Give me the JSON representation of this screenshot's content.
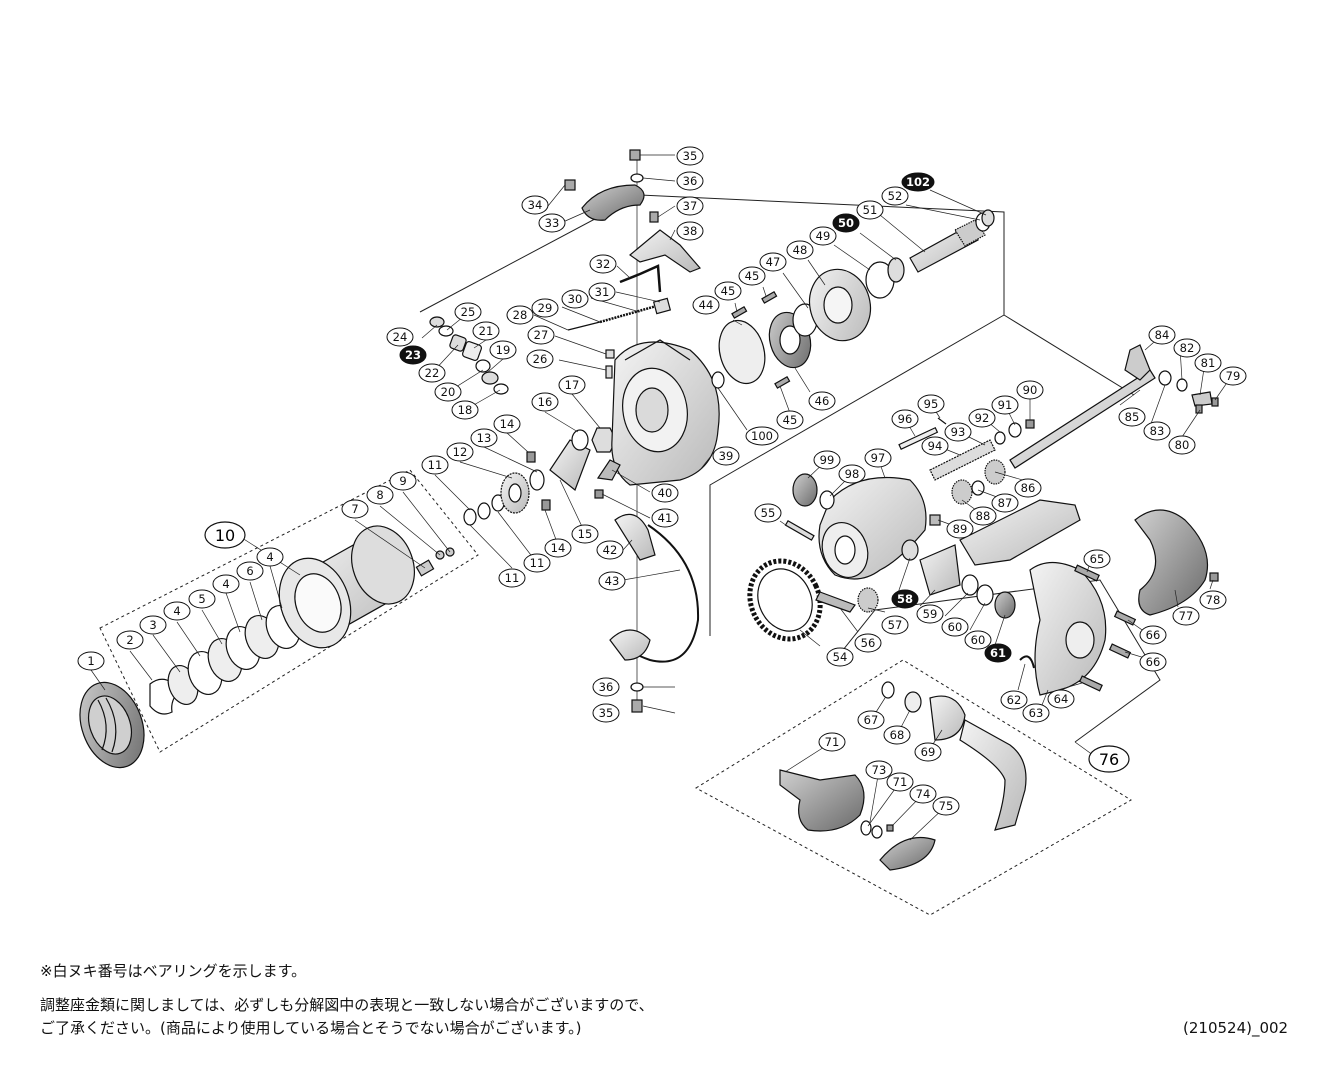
{
  "diagram": {
    "parts": [
      {
        "id": "1",
        "filled": false
      },
      {
        "id": "2",
        "filled": false
      },
      {
        "id": "3",
        "filled": false
      },
      {
        "id": "4",
        "filled": false
      },
      {
        "id": "5",
        "filled": false
      },
      {
        "id": "6",
        "filled": false
      },
      {
        "id": "7",
        "filled": false
      },
      {
        "id": "8",
        "filled": false
      },
      {
        "id": "9",
        "filled": false
      },
      {
        "id": "11",
        "filled": false
      },
      {
        "id": "12",
        "filled": false
      },
      {
        "id": "13",
        "filled": false
      },
      {
        "id": "14",
        "filled": false
      },
      {
        "id": "15",
        "filled": false
      },
      {
        "id": "16",
        "filled": false
      },
      {
        "id": "17",
        "filled": false
      },
      {
        "id": "18",
        "filled": false
      },
      {
        "id": "19",
        "filled": false
      },
      {
        "id": "20",
        "filled": false
      },
      {
        "id": "21",
        "filled": false
      },
      {
        "id": "22",
        "filled": false
      },
      {
        "id": "23",
        "filled": true
      },
      {
        "id": "24",
        "filled": false
      },
      {
        "id": "25",
        "filled": false
      },
      {
        "id": "26",
        "filled": false
      },
      {
        "id": "27",
        "filled": false
      },
      {
        "id": "28",
        "filled": false
      },
      {
        "id": "29",
        "filled": false
      },
      {
        "id": "30",
        "filled": false
      },
      {
        "id": "31",
        "filled": false
      },
      {
        "id": "32",
        "filled": false
      },
      {
        "id": "33",
        "filled": false
      },
      {
        "id": "34",
        "filled": false
      },
      {
        "id": "35",
        "filled": false
      },
      {
        "id": "36",
        "filled": false
      },
      {
        "id": "37",
        "filled": false
      },
      {
        "id": "38",
        "filled": false
      },
      {
        "id": "39",
        "filled": false
      },
      {
        "id": "40",
        "filled": false
      },
      {
        "id": "41",
        "filled": false
      },
      {
        "id": "42",
        "filled": false
      },
      {
        "id": "43",
        "filled": false
      },
      {
        "id": "44",
        "filled": false
      },
      {
        "id": "45",
        "filled": false
      },
      {
        "id": "46",
        "filled": false
      },
      {
        "id": "47",
        "filled": false
      },
      {
        "id": "48",
        "filled": false
      },
      {
        "id": "49",
        "filled": false
      },
      {
        "id": "50",
        "filled": true
      },
      {
        "id": "51",
        "filled": false
      },
      {
        "id": "52",
        "filled": false
      },
      {
        "id": "54",
        "filled": false
      },
      {
        "id": "55",
        "filled": false
      },
      {
        "id": "56",
        "filled": false
      },
      {
        "id": "57",
        "filled": false
      },
      {
        "id": "58",
        "filled": true
      },
      {
        "id": "59",
        "filled": false
      },
      {
        "id": "60",
        "filled": false
      },
      {
        "id": "61",
        "filled": true
      },
      {
        "id": "62",
        "filled": false
      },
      {
        "id": "63",
        "filled": false
      },
      {
        "id": "64",
        "filled": false
      },
      {
        "id": "65",
        "filled": false
      },
      {
        "id": "66",
        "filled": false
      },
      {
        "id": "67",
        "filled": false
      },
      {
        "id": "68",
        "filled": false
      },
      {
        "id": "69",
        "filled": false
      },
      {
        "id": "71",
        "filled": false
      },
      {
        "id": "73",
        "filled": false
      },
      {
        "id": "74",
        "filled": false
      },
      {
        "id": "75",
        "filled": false
      },
      {
        "id": "77",
        "filled": false
      },
      {
        "id": "78",
        "filled": false
      },
      {
        "id": "79",
        "filled": false
      },
      {
        "id": "80",
        "filled": false
      },
      {
        "id": "81",
        "filled": false
      },
      {
        "id": "82",
        "filled": false
      },
      {
        "id": "83",
        "filled": false
      },
      {
        "id": "84",
        "filled": false
      },
      {
        "id": "85",
        "filled": false
      },
      {
        "id": "86",
        "filled": false
      },
      {
        "id": "87",
        "filled": false
      },
      {
        "id": "88",
        "filled": false
      },
      {
        "id": "89",
        "filled": false
      },
      {
        "id": "90",
        "filled": false
      },
      {
        "id": "91",
        "filled": false
      },
      {
        "id": "92",
        "filled": false
      },
      {
        "id": "93",
        "filled": false
      },
      {
        "id": "94",
        "filled": false
      },
      {
        "id": "95",
        "filled": false
      },
      {
        "id": "96",
        "filled": false
      },
      {
        "id": "97",
        "filled": false
      },
      {
        "id": "98",
        "filled": false
      },
      {
        "id": "99",
        "filled": false
      },
      {
        "id": "100",
        "filled": false
      },
      {
        "id": "102",
        "filled": true
      }
    ],
    "groups": [
      {
        "id": "10",
        "name": "spool-assembly"
      },
      {
        "id": "76",
        "name": "handle-assembly"
      }
    ]
  },
  "notes": {
    "bearing_note": "※白ヌキ番号はベアリングを示します。",
    "shim_note_line1": "調整座金類に関しましては、必ずしも分解図中の表現と一致しない場合がございますので、",
    "shim_note_line2": "ご了承ください。(商品により使用している場合とそうでない場合がございます。)",
    "code": "(210524)_002"
  },
  "colors": {
    "ink": "#111111",
    "paper": "#ffffff",
    "metal": "#d9d9d9",
    "dark_metal": "#8a8a8a"
  }
}
